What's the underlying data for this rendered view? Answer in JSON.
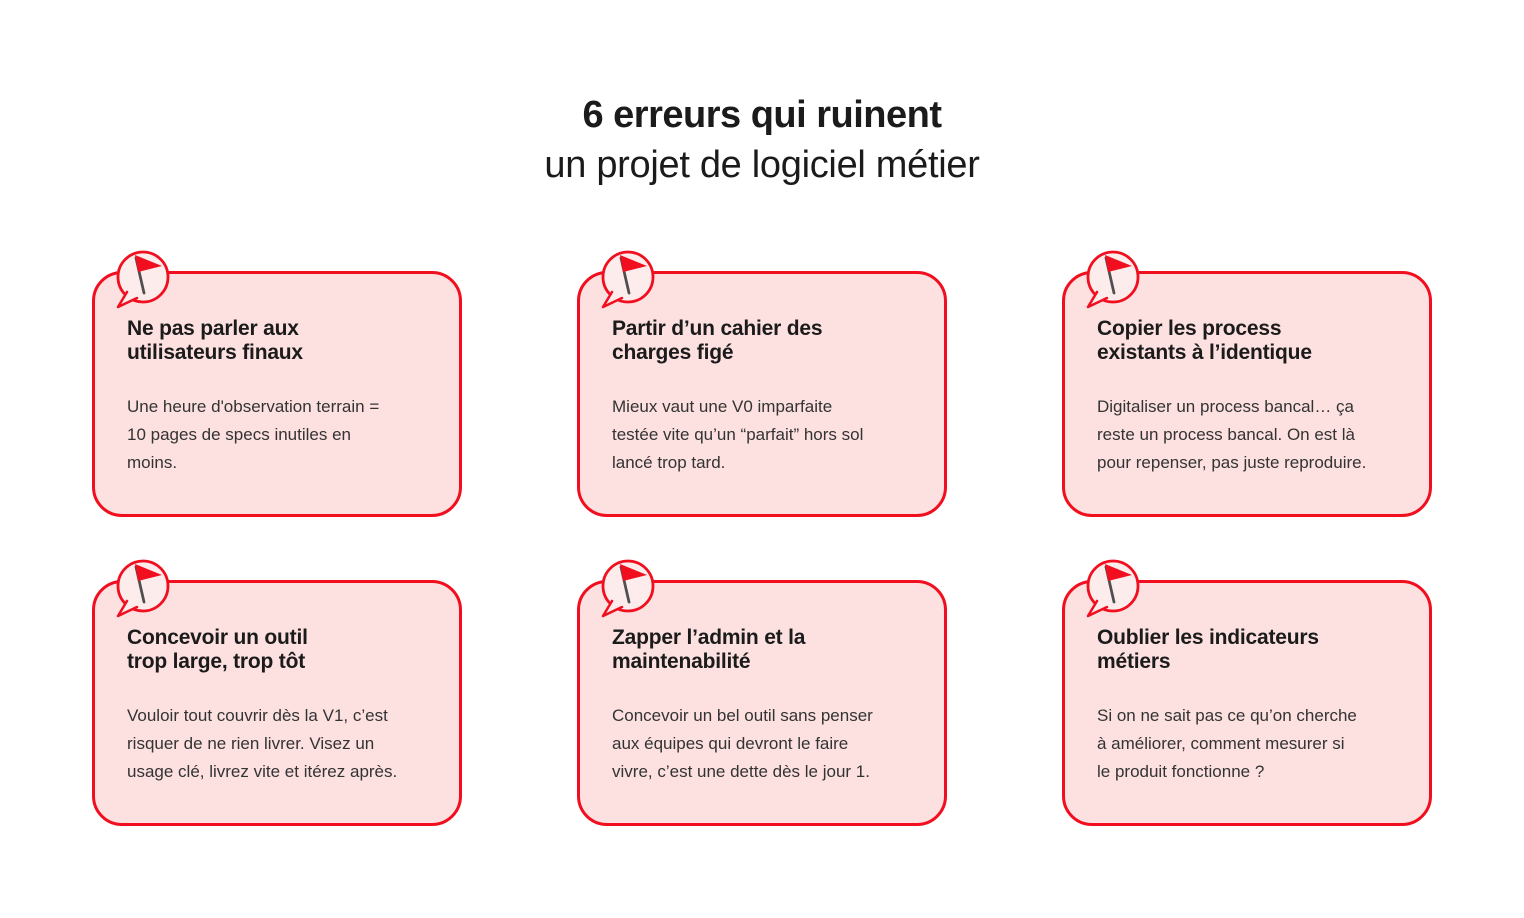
{
  "colors": {
    "accent_red": "#f10e1e",
    "card_bg": "#fde0e0",
    "bubble_bg": "#fdecec",
    "flag_pole": "#4f4f4f",
    "heading_text": "#1b1b1b",
    "body_text": "#333333",
    "page_bg": "#ffffff"
  },
  "header": {
    "title_line1": "6 erreurs qui ruinent",
    "title_line2": "un projet de logiciel métier"
  },
  "icon": {
    "name": "red-flag-speech-bubble"
  },
  "cards": [
    {
      "title": "Ne pas parler aux\nutilisateurs finaux",
      "body": "Une heure d'observation terrain =\n10 pages de specs inutiles en\nmoins."
    },
    {
      "title": "Partir d’un cahier des\ncharges figé",
      "body": "Mieux vaut une V0 imparfaite\ntestée vite qu’un “parfait” hors sol\nlancé trop tard."
    },
    {
      "title": "Copier les process\nexistants à l’identique",
      "body": "Digitaliser un process bancal… ça\nreste un process bancal. On est là\npour repenser, pas juste reproduire."
    },
    {
      "title": "Concevoir un outil\ntrop large, trop tôt",
      "body": "Vouloir tout couvrir dès la V1, c’est\nrisquer de ne rien livrer. Visez un\nusage clé, livrez vite et itérez après."
    },
    {
      "title": "Zapper l’admin et la\nmaintenabilité",
      "body": "Concevoir un bel outil sans penser\naux équipes qui devront le faire\nvivre, c’est une dette dès le jour 1."
    },
    {
      "title": "Oublier les indicateurs\nmétiers",
      "body": "Si on ne sait pas ce qu’on cherche\nà améliorer, comment mesurer si\nle produit fonctionne ?"
    }
  ]
}
